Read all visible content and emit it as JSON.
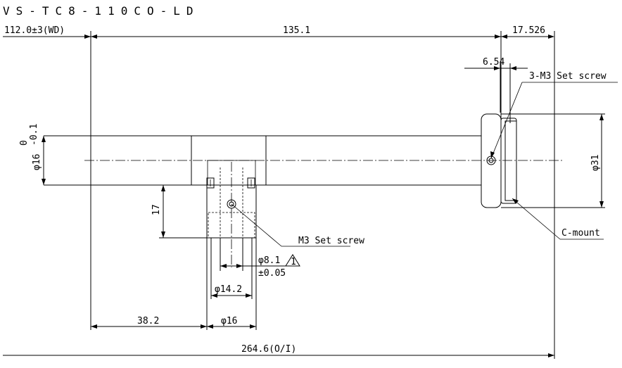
{
  "title": "VS-TC8-110CO-LD",
  "dims": {
    "wd": "112.0±3(WD)",
    "len_135": "135.1",
    "len_17526": "17.526",
    "len_654": "6.54",
    "tol_upper": "0",
    "tol_lower": "-0.1",
    "dia_16_tube": "φ16",
    "dia_31": "φ31",
    "height_17": "17",
    "phi_8_1": "φ8.1",
    "note_mark": "1",
    "tol_005": "±0.05",
    "phi_14_2": "φ14.2",
    "phi_16_bottom": "φ16",
    "len_382": "38.2",
    "total": "264.6(O/I)"
  },
  "callouts": {
    "set_screw_3m3": "3-M3 Set screw",
    "m3_set_screw": "M3 Set screw",
    "c_mount": "C-mount"
  }
}
